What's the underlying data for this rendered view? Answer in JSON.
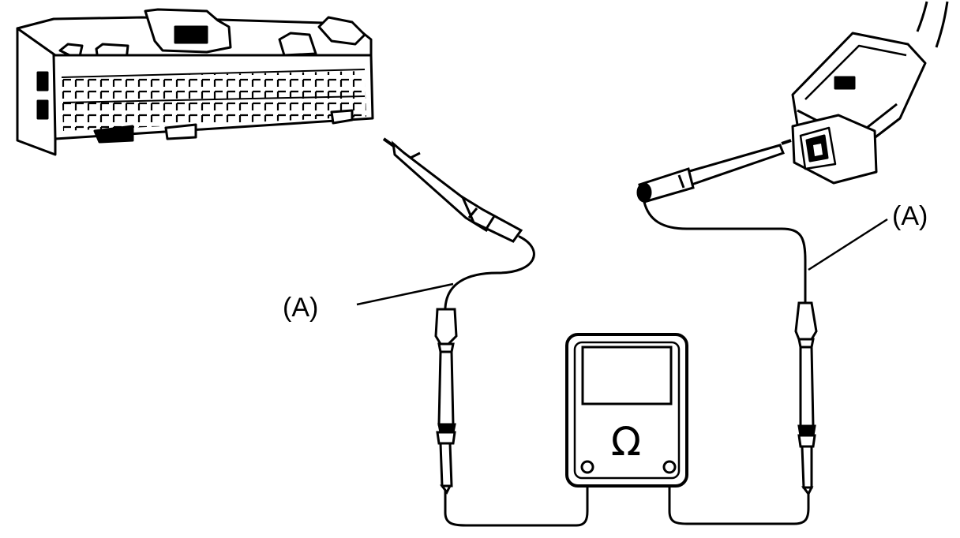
{
  "labels": {
    "probe_left": "(A)",
    "probe_right": "(A)"
  },
  "meter": {
    "icon": "ohm-icon",
    "symbol": "Ω"
  },
  "colors": {
    "ink": "#000000",
    "paper": "#ffffff"
  }
}
